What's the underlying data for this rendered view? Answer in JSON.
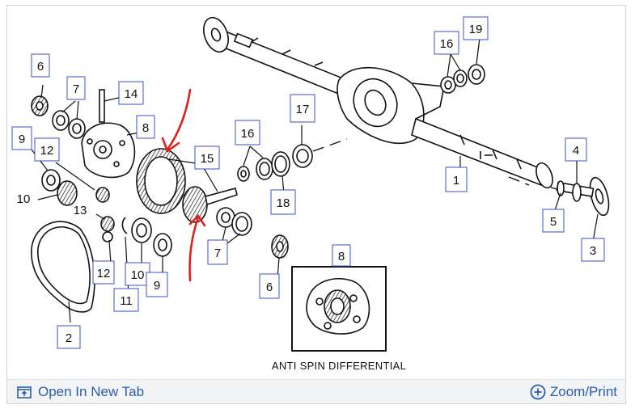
{
  "callouts": {
    "n1": "1",
    "n2": "2",
    "n3": "3",
    "n4": "4",
    "n5": "5",
    "n6a": "6",
    "n6b": "6",
    "n7a": "7",
    "n7b": "7",
    "n8a": "8",
    "n8b": "8",
    "n9a": "9",
    "n9b": "9",
    "n10a": "10",
    "n10b": "10",
    "n11": "11",
    "n12a": "12",
    "n12b": "12",
    "n13": "13",
    "n14": "14",
    "n15": "15",
    "n16a": "16",
    "n16b": "16",
    "n17": "17",
    "n18": "18",
    "n19": "19"
  },
  "inset_caption": "ANTI SPIN DIFFERENTIAL",
  "footer": {
    "open_new_tab": "Open In New Tab",
    "zoom_print": "Zoom/Print"
  },
  "colors": {
    "accent_link": "#2a5db0",
    "callout_border": "#3b4fc4",
    "annotation_red": "#e0201b",
    "line_art": "#111111"
  },
  "icons": [
    "open-in-new-tab-icon",
    "zoom-plus-icon"
  ]
}
